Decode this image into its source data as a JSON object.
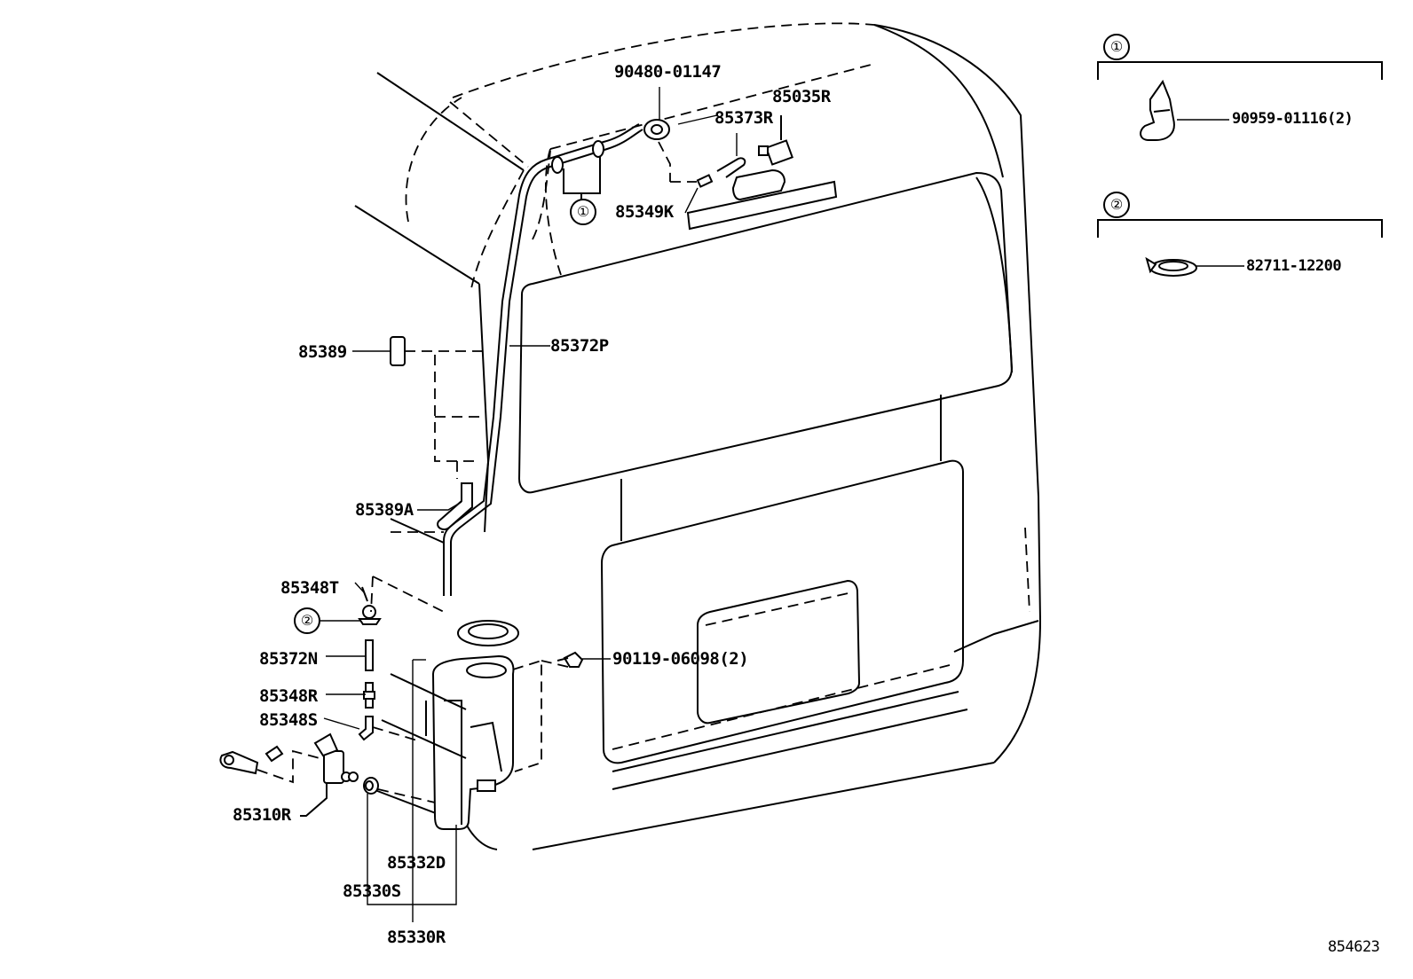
{
  "parts": {
    "p90480_01147": "90480-01147",
    "p85035R": "85035R",
    "p85373R": "85373R",
    "p85349K": "85349K",
    "p85389": "85389",
    "p85372P": "85372P",
    "p85389A": "85389A",
    "p85348T": "85348T",
    "p85372N": "85372N",
    "p85348R": "85348R",
    "p85348S": "85348S",
    "p85310R": "85310R",
    "p85332D": "85332D",
    "p85330S": "85330S",
    "p85330R": "85330R",
    "p90119_06098": "90119-06098(2)"
  },
  "callouts": {
    "c1": "①",
    "c2": "②"
  },
  "insets": {
    "inset1": {
      "number": "①",
      "part": "90959-01116(2)"
    },
    "inset2": {
      "number": "②",
      "part": "82711-12200"
    }
  },
  "diagram_code": "854623"
}
